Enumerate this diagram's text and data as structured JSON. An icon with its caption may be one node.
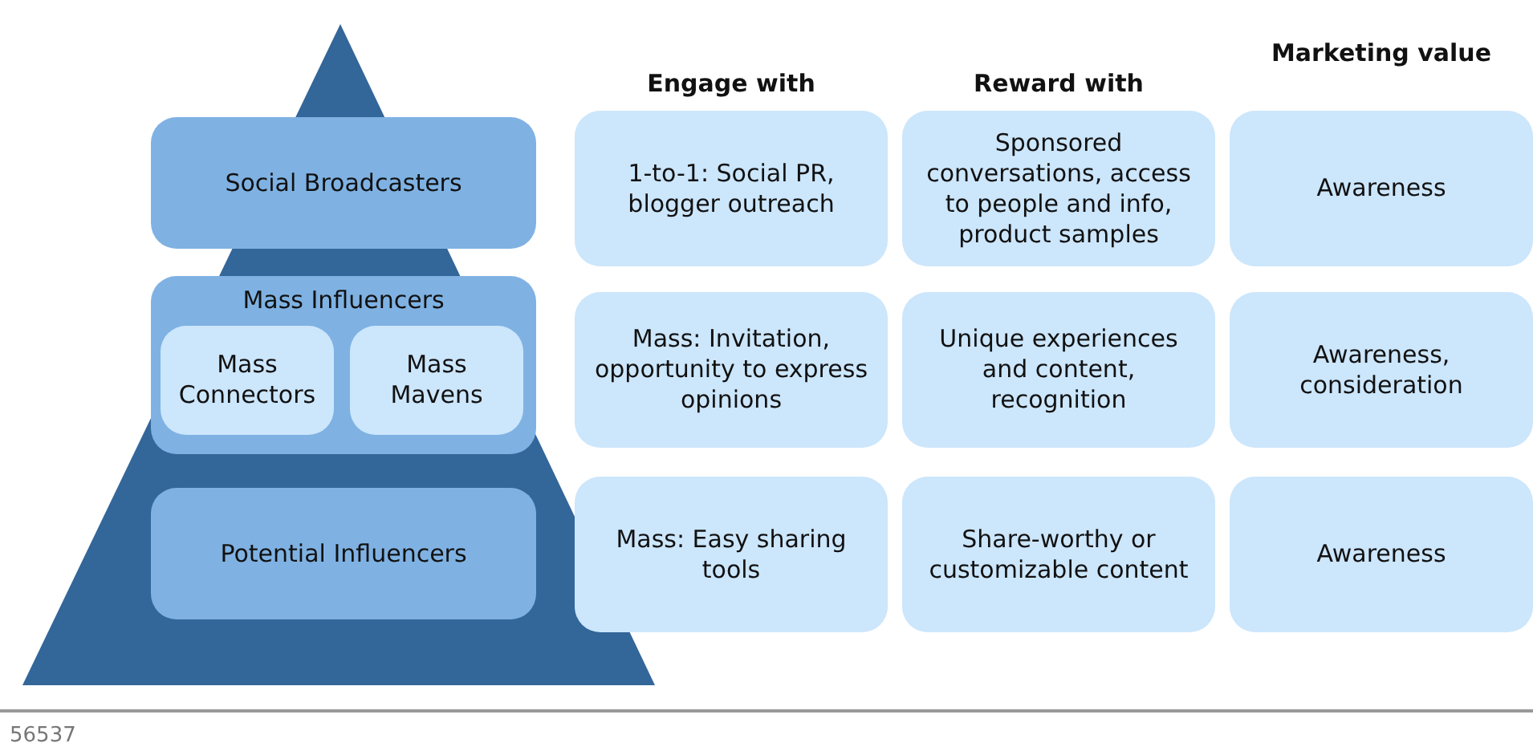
{
  "diagram": {
    "nodes": [
      {
        "text": [
          "Social Broadcasters"
        ]
      },
      {
        "text": [
          "Mass Influencers"
        ]
      },
      {
        "text": [
          "Mass Connectors"
        ],
        "in": 1
      },
      {
        "text": [
          "Mass Mavens"
        ],
        "in": 1
      },
      {
        "text": [
          "Potential Influencers"
        ]
      },
      {
        "text": [
          "1-to-1: Social PR, blogger outreach"
        ]
      },
      {
        "text": [
          "Sponsored conversations, access to people and info, product samples"
        ]
      },
      {
        "text": [
          "Awareness"
        ]
      },
      {
        "text": [
          "Mass: Invitation, opportunity to express opinions"
        ]
      },
      {
        "text": [
          "Unique experiences and content, recognition"
        ]
      },
      {
        "text": [
          "Awareness, consideration"
        ]
      },
      {
        "text": [
          "Mass: Easy sharing tools"
        ]
      },
      {
        "text": [
          "Share-worthy or customizable content"
        ]
      },
      {
        "text": [
          "Awareness"
        ]
      }
    ],
    "edges": [],
    "labels": [
      "Engage with",
      "Reward with",
      "Marketing value",
      "56537"
    ]
  }
}
